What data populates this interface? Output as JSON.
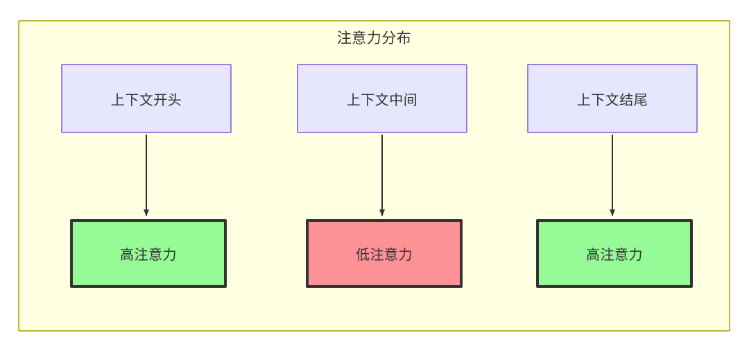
{
  "diagram": {
    "title": "注意力分布",
    "container": {
      "fill": "#ffffe1",
      "stroke": "#bdb636"
    },
    "nodes": {
      "context": [
        {
          "id": "ctx-start",
          "label": "上下文开头",
          "fill": "#e6e6fc",
          "stroke": "#9d7ddb"
        },
        {
          "id": "ctx-middle",
          "label": "上下文中间",
          "fill": "#e6e6fc",
          "stroke": "#9d7ddb"
        },
        {
          "id": "ctx-end",
          "label": "上下文结尾",
          "fill": "#e6e6fc",
          "stroke": "#9d7ddb"
        }
      ],
      "attention": [
        {
          "id": "attn-start",
          "label": "高注意力",
          "fill": "#96fa96",
          "stroke": "#333333"
        },
        {
          "id": "attn-middle",
          "label": "低注意力",
          "fill": "#fc9196",
          "stroke": "#333333"
        },
        {
          "id": "attn-end",
          "label": "高注意力",
          "fill": "#96fa96",
          "stroke": "#333333"
        }
      ]
    },
    "edges": [
      {
        "from": "ctx-start",
        "to": "attn-start",
        "label": "",
        "stroke": "#333333"
      },
      {
        "from": "ctx-middle",
        "to": "attn-middle",
        "label": "",
        "stroke": "#333333"
      },
      {
        "from": "ctx-end",
        "to": "attn-end",
        "label": "",
        "stroke": "#333333"
      }
    ]
  }
}
